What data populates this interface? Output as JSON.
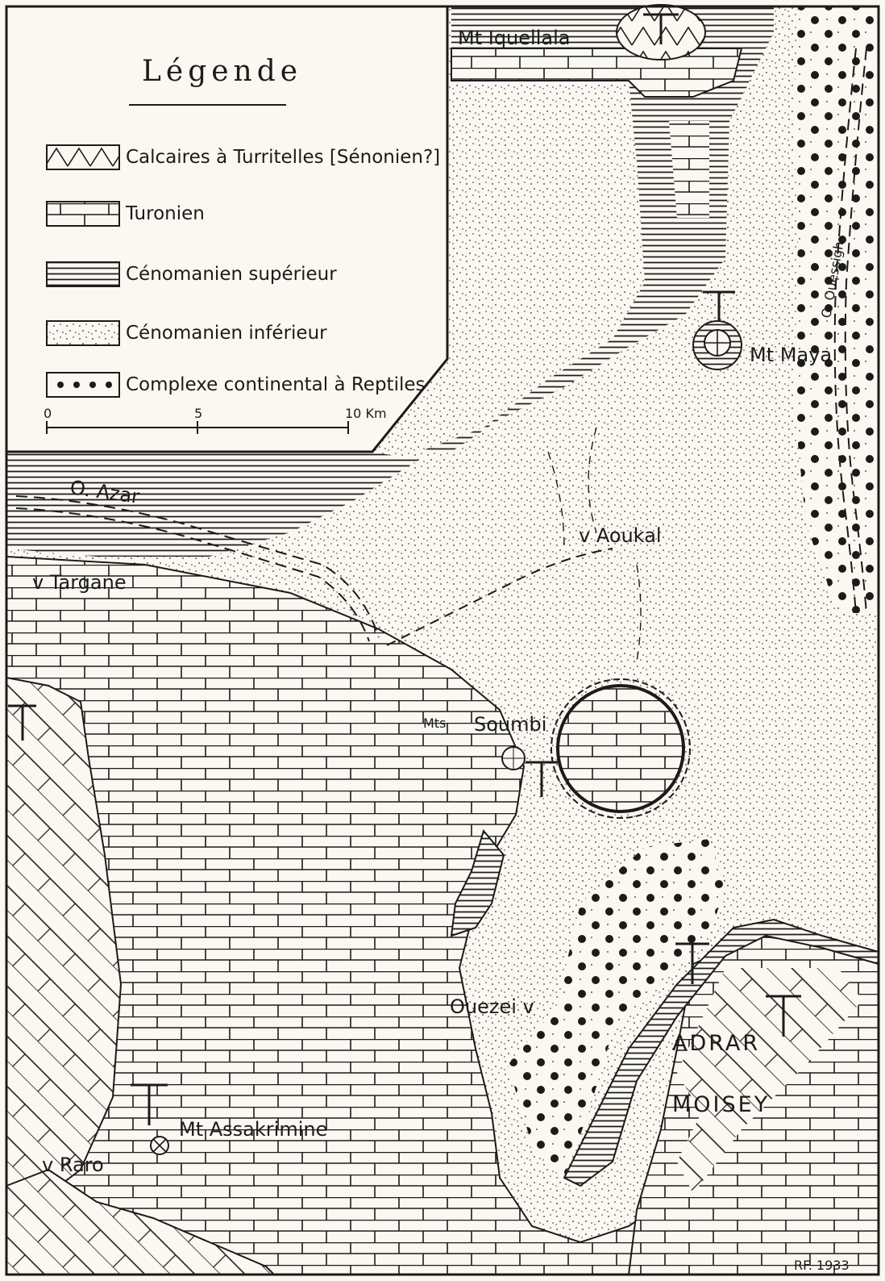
{
  "legend": {
    "title": "Légende",
    "items": [
      {
        "label": "Calcaires à Turritelles [Sénonien?]",
        "pattern": "zigzag"
      },
      {
        "label": "Turonien",
        "pattern": "brick"
      },
      {
        "label": "Cénomanien supérieur",
        "pattern": "hlines"
      },
      {
        "label": "Cénomanien inférieur",
        "pattern": "stipple"
      },
      {
        "label": "Complexe continental à Reptiles",
        "pattern": "dots"
      }
    ],
    "scale": {
      "ticks": [
        "0",
        "5",
        "10 Km"
      ],
      "max_km": 10
    }
  },
  "places": {
    "iquellala": "Mt Iquellala",
    "maya": "Mt Maya",
    "ouessigh": "O. Ouessigh",
    "azar": "O. Azar",
    "aoukal": "v Aoukal",
    "targane": "v Targane",
    "mts": "Mts",
    "soumbi": "Soumbi",
    "ouezei": "Ouezei v",
    "adrar": "ADRAR",
    "moisey": "MOISEY",
    "assakrimine": "Mt Assakrimine",
    "raro": "v Raro"
  },
  "signature": "RF. 1933",
  "colors": {
    "ink": "#1b1b1b",
    "paper": "#fbf8f2"
  }
}
